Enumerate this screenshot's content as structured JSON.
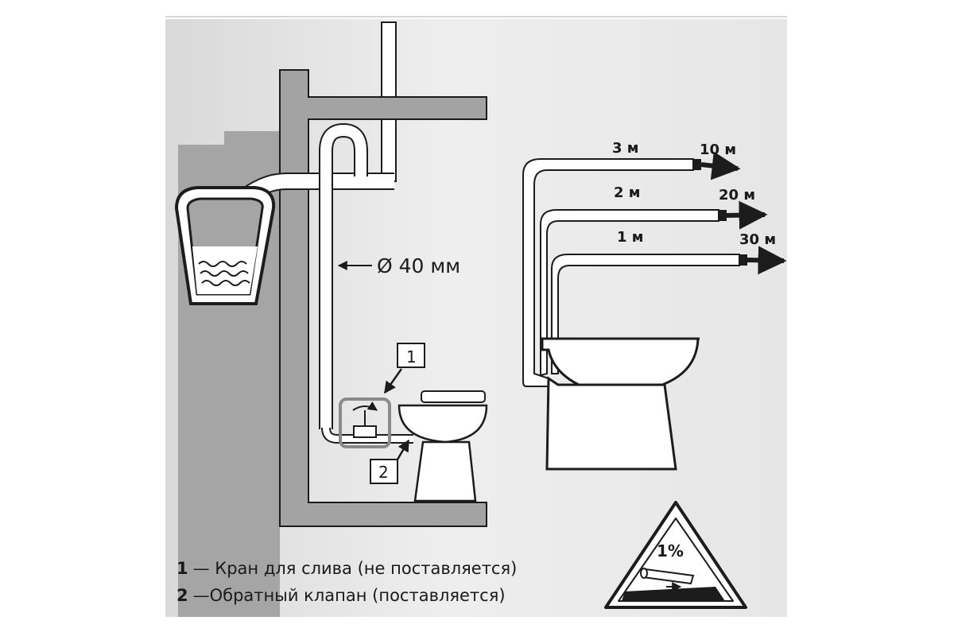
{
  "pipe": {
    "diameter_label": "Ø 40 мм"
  },
  "markers": {
    "valve_tap": "1",
    "check_valve": "2"
  },
  "routes": [
    {
      "height": "3 м",
      "distance": "10 м"
    },
    {
      "height": "2 м",
      "distance": "20 м"
    },
    {
      "height": "1 м",
      "distance": "30 м"
    }
  ],
  "slope": {
    "percent": "1%"
  },
  "legend": [
    {
      "num": "1",
      "text": "— Кран для слива (не поставляется)"
    },
    {
      "num": "2",
      "text": "—Обратный клапан (поставляется)"
    }
  ],
  "colors": {
    "background": "#e2e2e2",
    "wall": "#a3a3a3",
    "outline": "#1c1c1c",
    "pipe_fill": "#ffffff"
  }
}
